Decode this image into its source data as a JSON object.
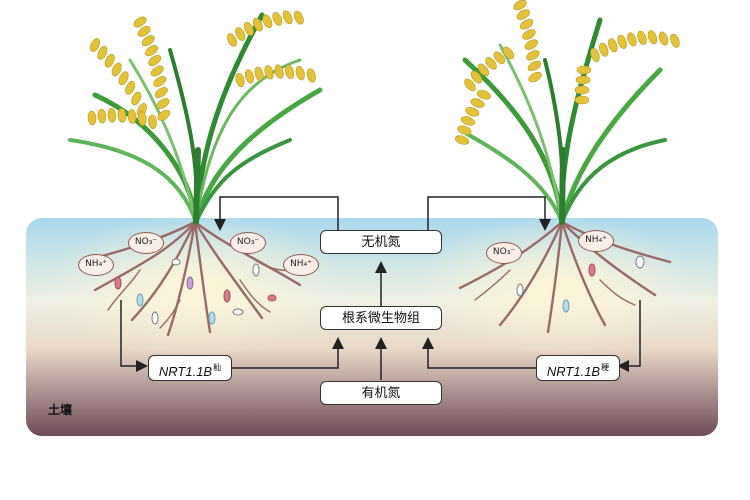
{
  "soil_label": "土壤",
  "boxes": {
    "inorganic_n": "无机氮",
    "microbiome": "根系微生物组",
    "organic_n": "有机氮"
  },
  "genes": {
    "left": {
      "name": "NRT1.1B",
      "sup": "籼"
    },
    "right": {
      "name": "NRT1.1B",
      "sup": "粳"
    }
  },
  "ions": {
    "left_no3": "NO₃⁻",
    "left_no3_2": "NO₃⁻",
    "left_nh4": "NH₄⁺",
    "left_nh4_2": "NH₄⁺",
    "right_no3": "NO₃⁻",
    "right_nh4": "NH₄⁺"
  },
  "colors": {
    "soil_top": "#a9d8ec",
    "soil_mid": "#f1ead4",
    "soil_bottom": "#6d4b57",
    "leaf": "#3f9a3a",
    "grain": "#e2c23a",
    "root": "#9a6a66"
  }
}
